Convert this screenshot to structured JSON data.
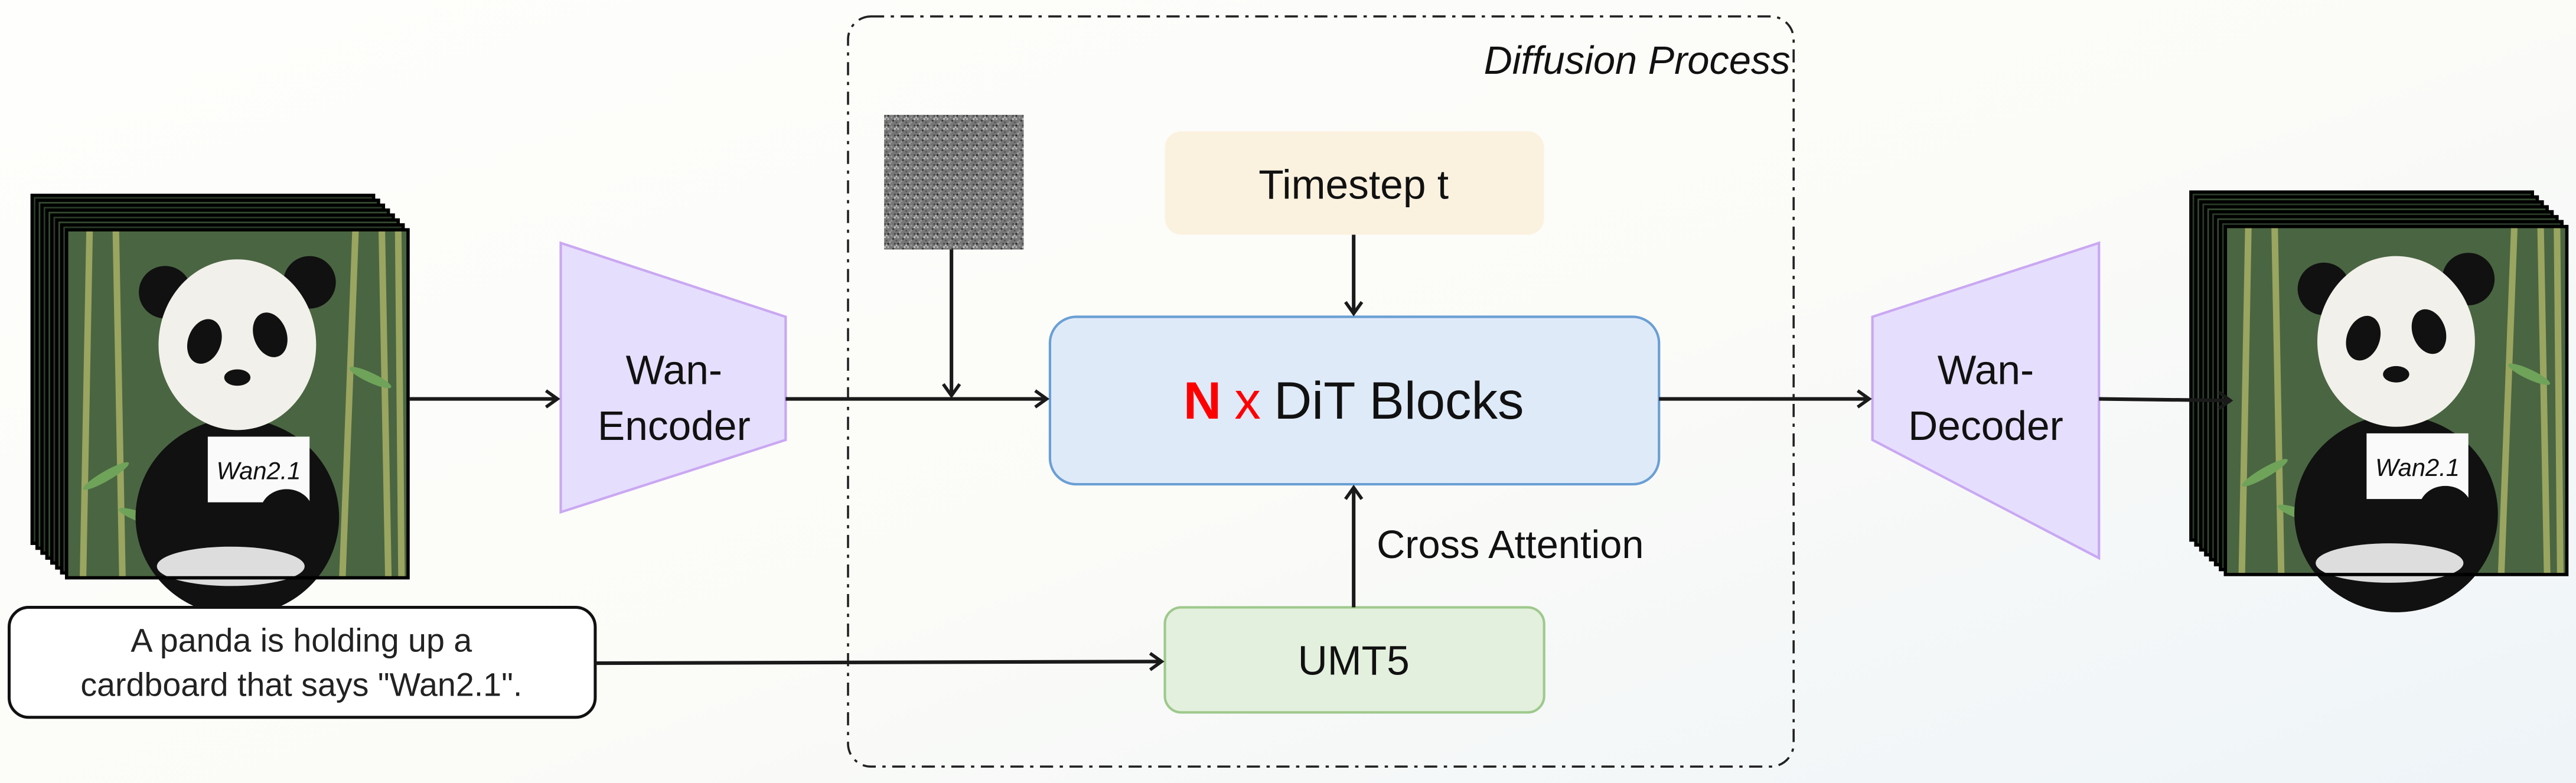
{
  "diagram": {
    "group_label": "Diffusion Process",
    "encoder_label_line1": "Wan-",
    "encoder_label_line2": "Encoder",
    "decoder_label_line1": "Wan-",
    "decoder_label_line2": "Decoder",
    "timestep_label": "Timestep t",
    "dit_label_n": "N",
    "dit_label_x": "x",
    "dit_label_rest": "DiT Blocks",
    "cross_attention_label": "Cross Attention",
    "umt5_label": "UMT5",
    "prompt_line1": "A panda is holding up a",
    "prompt_line2": "cardboard that says \"Wan2.1\".",
    "sign_text": "Wan2.1",
    "colors": {
      "encoder_fill": "#e6defd",
      "encoder_stroke": "#c9a8f2",
      "timestep_fill": "#fbf1df",
      "dit_fill": "#dfeaf9",
      "dit_stroke": "#6a9fd4",
      "umt5_fill": "#e3f0dd",
      "umt5_stroke": "#9ec98c",
      "highlight_red": "#ff0000"
    }
  }
}
